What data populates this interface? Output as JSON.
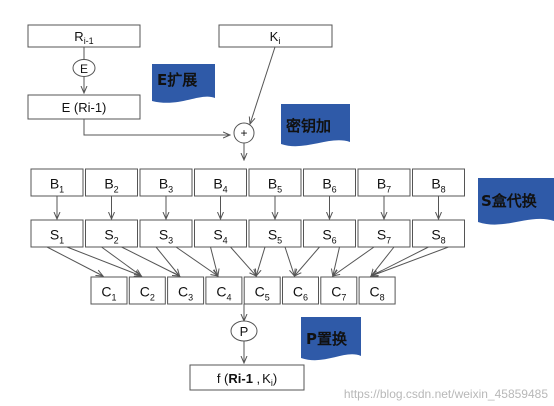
{
  "top": {
    "r_prev": {
      "base": "R",
      "sub": "i-1"
    },
    "key": {
      "base": "K",
      "sub": "i"
    },
    "e_circle": "E",
    "e_output": "E (Ri-1)",
    "xor": "+"
  },
  "annotations": {
    "expand": "E扩展",
    "key_add": "密钥加",
    "sbox": "S盒代换",
    "p_perm": "P置换"
  },
  "b_blocks": [
    {
      "base": "B",
      "sub": "1"
    },
    {
      "base": "B",
      "sub": "2"
    },
    {
      "base": "B",
      "sub": "3"
    },
    {
      "base": "B",
      "sub": "4"
    },
    {
      "base": "B",
      "sub": "5"
    },
    {
      "base": "B",
      "sub": "6"
    },
    {
      "base": "B",
      "sub": "7"
    },
    {
      "base": "B",
      "sub": "8"
    }
  ],
  "s_boxes": [
    {
      "base": "S",
      "sub": "1"
    },
    {
      "base": "S",
      "sub": "2"
    },
    {
      "base": "S",
      "sub": "3"
    },
    {
      "base": "S",
      "sub": "4"
    },
    {
      "base": "S",
      "sub": "5"
    },
    {
      "base": "S",
      "sub": "6"
    },
    {
      "base": "S",
      "sub": "7"
    },
    {
      "base": "S",
      "sub": "8"
    }
  ],
  "c_blocks": [
    {
      "base": "C",
      "sub": "1"
    },
    {
      "base": "C",
      "sub": "2"
    },
    {
      "base": "C",
      "sub": "3"
    },
    {
      "base": "C",
      "sub": "4"
    },
    {
      "base": "C",
      "sub": "5"
    },
    {
      "base": "C",
      "sub": "6"
    },
    {
      "base": "C",
      "sub": "7"
    },
    {
      "base": "C",
      "sub": "8"
    }
  ],
  "p_circle": "P",
  "output": {
    "prefix": "f (",
    "r": "Ri-1",
    "sep": " ,",
    "k": "K",
    "k_sub": "i",
    "suffix": ")"
  },
  "watermark": "https://blog.csdn.net/weixin_45859485"
}
